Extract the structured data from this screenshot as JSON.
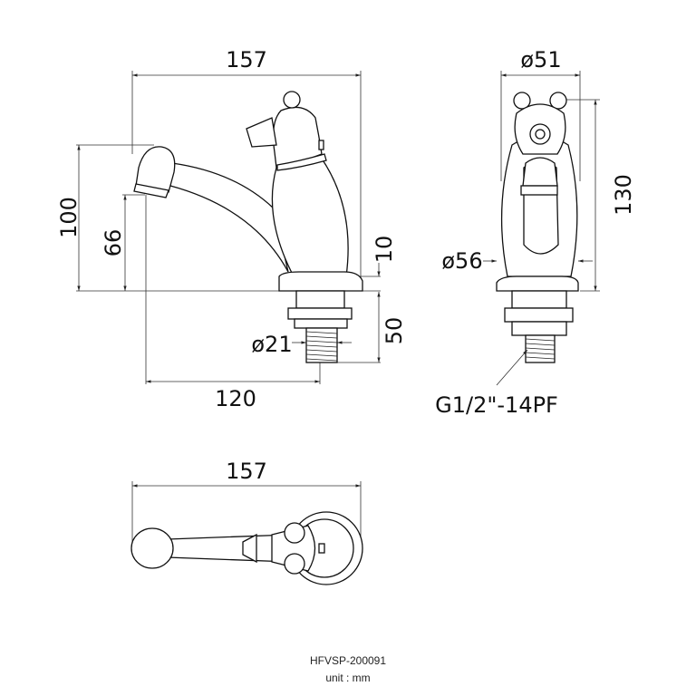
{
  "drawing": {
    "side_view": {
      "width_label": "157",
      "height_label": "100",
      "spout_height_label": "66",
      "base_thickness_label": "10",
      "shank_length_label": "50",
      "shank_diameter_label": "ø21",
      "reach_label": "120"
    },
    "front_view": {
      "width_label": "ø51",
      "height_label": "130",
      "base_diameter_label": "ø56",
      "thread_label": "G1/2\"-14PF"
    },
    "top_view": {
      "width_label": "157"
    },
    "footer": {
      "model": "HFVSP-200091",
      "unit": "unit : mm"
    }
  }
}
